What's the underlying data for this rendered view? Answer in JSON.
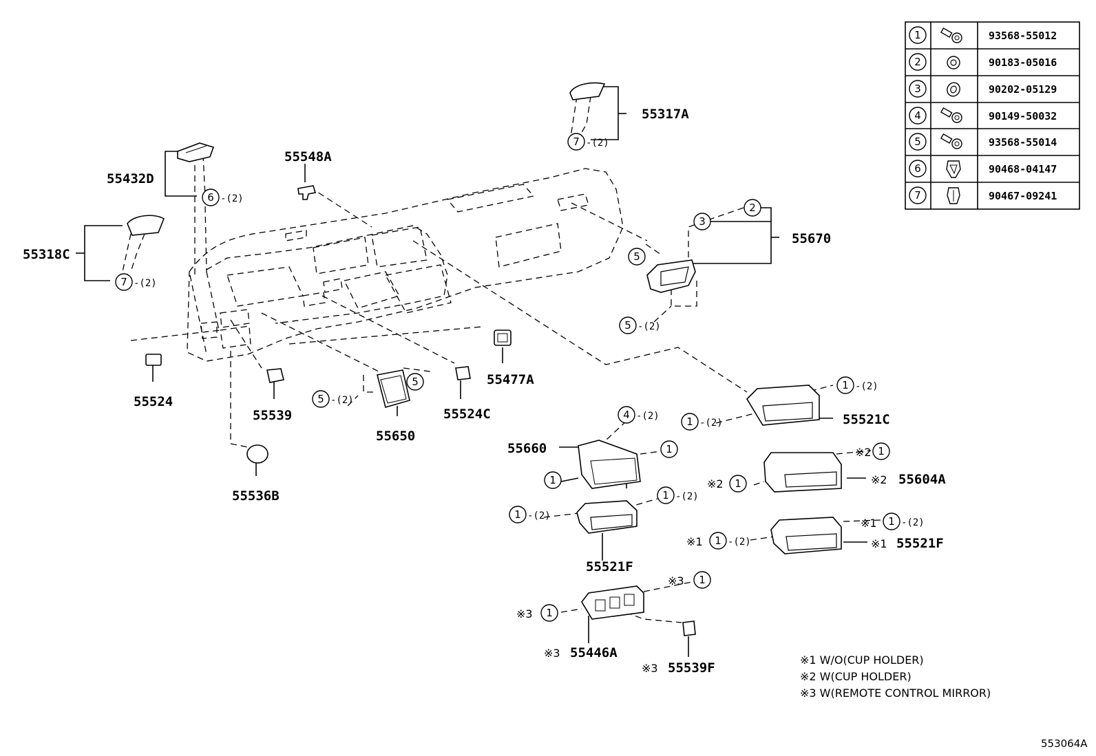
{
  "diagram": {
    "parts_table": [
      {
        "key": "1",
        "part_no": "93568-55012",
        "icon": "screw-icon"
      },
      {
        "key": "2",
        "part_no": "90183-05016",
        "icon": "nut-icon"
      },
      {
        "key": "3",
        "part_no": "90202-05129",
        "icon": "washer-icon"
      },
      {
        "key": "4",
        "part_no": "90149-50032",
        "icon": "screw-icon"
      },
      {
        "key": "5",
        "part_no": "93568-55014",
        "icon": "screw-icon"
      },
      {
        "key": "6",
        "part_no": "90468-04147",
        "icon": "clip-icon"
      },
      {
        "key": "7",
        "part_no": "90467-09241",
        "icon": "clip-icon"
      }
    ],
    "labels": {
      "p55317A": "55317A",
      "p55548A": "55548A",
      "p55432D": "55432D",
      "p55318C": "55318C",
      "p55670": "55670",
      "p55524": "55524",
      "p55539": "55539",
      "p55536B": "55536B",
      "p55650": "55650",
      "p55524C": "55524C",
      "p55477A": "55477A",
      "p55660": "55660",
      "p55521C": "55521C",
      "p55604A": "55604A",
      "p55521F_left": "55521F",
      "p55521F_right": "55521F",
      "p55446A": "55446A",
      "p55539F": "55539F"
    },
    "qty": "-(2)",
    "mark1": "※1",
    "mark2": "※2",
    "mark3": "※3",
    "notes": [
      "※1  W/O(CUP HOLDER)",
      "※2  W(CUP HOLDER)",
      "※3  W(REMOTE CONTROL MIRROR)"
    ],
    "reference": "553064A"
  }
}
